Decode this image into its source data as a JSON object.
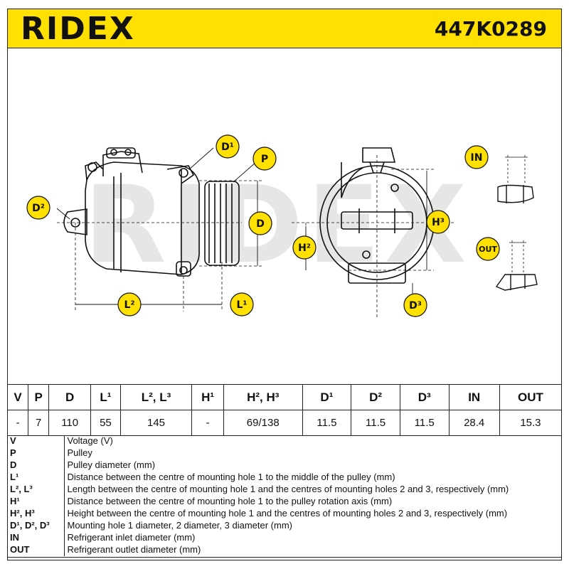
{
  "header": {
    "brand": "RIDEX",
    "part_number": "447K0289"
  },
  "diagram": {
    "callouts": {
      "d1": "D¹",
      "d2": "D²",
      "d3": "D³",
      "p": "P",
      "d": "D",
      "l1": "L¹",
      "l2": "L²",
      "h2": "H²",
      "h3": "H³",
      "in": "IN",
      "out": "OUT"
    },
    "accent_color": "#ffe000"
  },
  "specs": {
    "headers": [
      "V",
      "P",
      "D",
      "L¹",
      "L², L³",
      "H¹",
      "H², H³",
      "D¹",
      "D²",
      "D³",
      "IN",
      "OUT"
    ],
    "values": [
      "-",
      "7",
      "110",
      "55",
      "145",
      "-",
      "69/138",
      "11.5",
      "11.5",
      "11.5",
      "28.4",
      "15.3"
    ]
  },
  "legend": [
    {
      "key": "V",
      "desc": "Voltage (V)"
    },
    {
      "key": "P",
      "desc": "Pulley"
    },
    {
      "key": "D",
      "desc": "Pulley diameter (mm)"
    },
    {
      "key": "L¹",
      "desc": "Distance between the centre of mounting hole 1 to the middle of the pulley (mm)"
    },
    {
      "key": "L², L³",
      "desc": "Length between the centre of mounting hole 1 and the centres of mounting holes 2 and 3, respectively (mm)"
    },
    {
      "key": "H¹",
      "desc": "Distance between the centre of mounting hole 1 to the pulley rotation axis (mm)"
    },
    {
      "key": "H², H³",
      "desc": "Height between the centre of mounting hole 1 and the centres of mounting holes 2 and 3, respectively (mm)"
    },
    {
      "key": "D¹, D², D³",
      "desc": "Mounting hole 1 diameter, 2 diameter, 3 diameter (mm)"
    },
    {
      "key": "IN",
      "desc": "Refrigerant inlet diameter (mm)"
    },
    {
      "key": "OUT",
      "desc": "Refrigerant outlet diameter (mm)"
    }
  ]
}
